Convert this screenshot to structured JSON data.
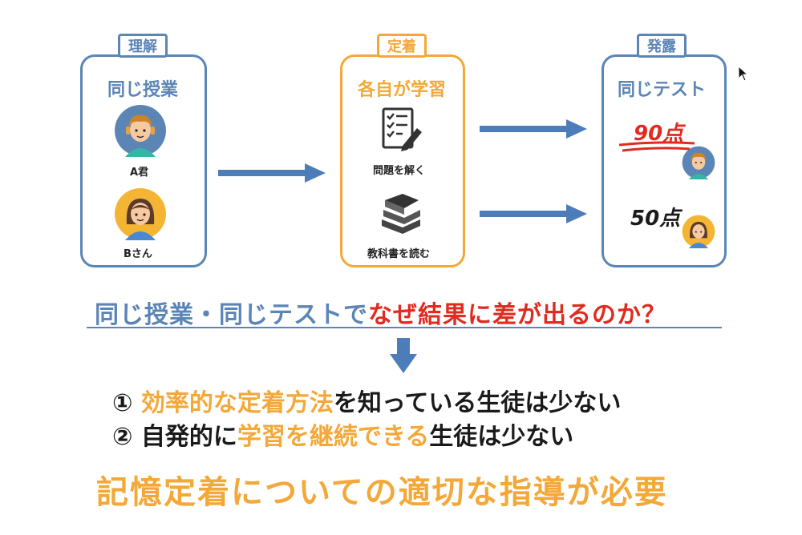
{
  "left_panel": {
    "tab": "理解",
    "heading": "同じ授業",
    "student_a": "A君",
    "student_b": "Bさん"
  },
  "middle_panel": {
    "tab": "定着",
    "heading": "各自が学習",
    "item1": "問題を解く",
    "item2": "教科書を読む"
  },
  "right_panel": {
    "tab": "発露",
    "heading": "同じテスト",
    "score_a": "90点",
    "score_b": "50点"
  },
  "question": {
    "part1": "同じ授業・同じテストで",
    "part2": "なぜ結果に差が出るのか？"
  },
  "points": [
    {
      "num": "①",
      "a": "効率的な定着方法",
      "b": "を知っている生徒は少ない",
      "pre": ""
    },
    {
      "num": "②",
      "pre": "自発的に",
      "a": "学習を継続できる",
      "b": "生徒は少ない"
    }
  ],
  "conclusion": "記憶定着についての適切な指導が必要",
  "colors": {
    "blue": "#5b85b5",
    "orange": "#f3a838",
    "red": "#e02b20"
  }
}
